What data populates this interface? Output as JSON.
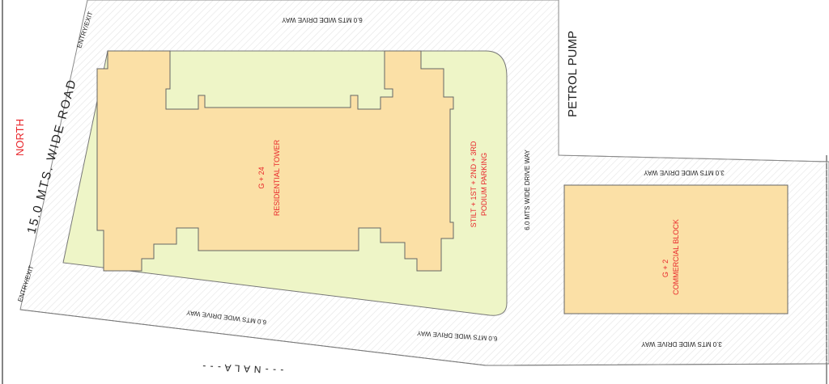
{
  "labels": {
    "drive_top": "6.0 MTS WIDE DRIVE WAY",
    "drive_mid_right": "6.0 MTS WIDE DRIVE WAY",
    "drive_bottom_left": "6.0 MTS WIDE DRIVE WAY",
    "drive_bottom_center": "6.0 MTS WIDE DRIVE WAY",
    "drive_3m_top": "3.0 MTS WIDE DRIVE WAY",
    "drive_3m_bottom": "3.0 MTS WIDE DRIVE WAY",
    "entry_exit_top": "ENTRY/EXIT",
    "entry_exit_bottom": "ENTRY/EXIT",
    "north": "NORTH",
    "road": "15.0 MTS. WIDE ROAD",
    "petrol_pump": "PETROL PUMP",
    "tower_line1": "G + 24",
    "tower_line2": "RESIDENTIAL TOWER",
    "podium_line1": "STILT + 1ST + 2ND + 3RD",
    "podium_line2": "PODIUM PARKING",
    "commercial_line1": "G + 2",
    "commercial_line2": "COMMERCIAL BLOCK",
    "nala": "- - - N A L A - - -"
  },
  "colors": {
    "site_green": "#eef5c7",
    "building": "#fbe0a6",
    "outline": "#555555",
    "text_red": "#e8262b",
    "hatch": "#e6e6e6"
  }
}
